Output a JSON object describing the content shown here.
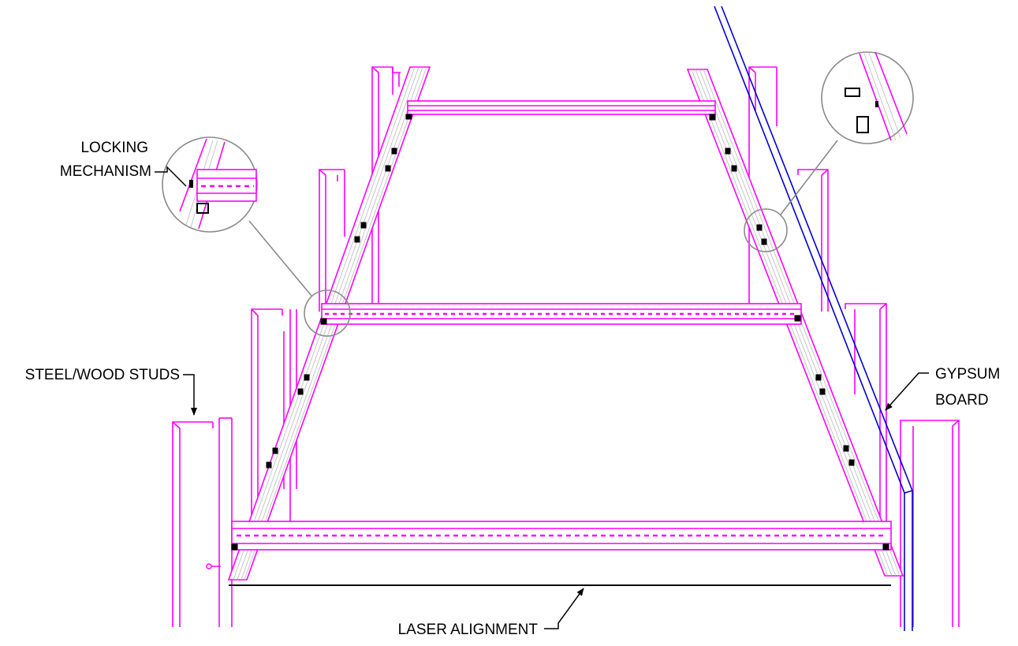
{
  "labels": {
    "locking_line1": "LOCKING",
    "locking_line2": "MECHANISM",
    "studs": "STEEL/WOOD STUDS",
    "gypsum_line1": "GYPSUM",
    "gypsum_line2": "BOARD",
    "laser": "LASER ALIGNMENT"
  },
  "colors": {
    "frame": "#ff00ff",
    "gypsum": "#0000cc",
    "leader": "#000000",
    "callout_circle": "#8a8a8a"
  }
}
